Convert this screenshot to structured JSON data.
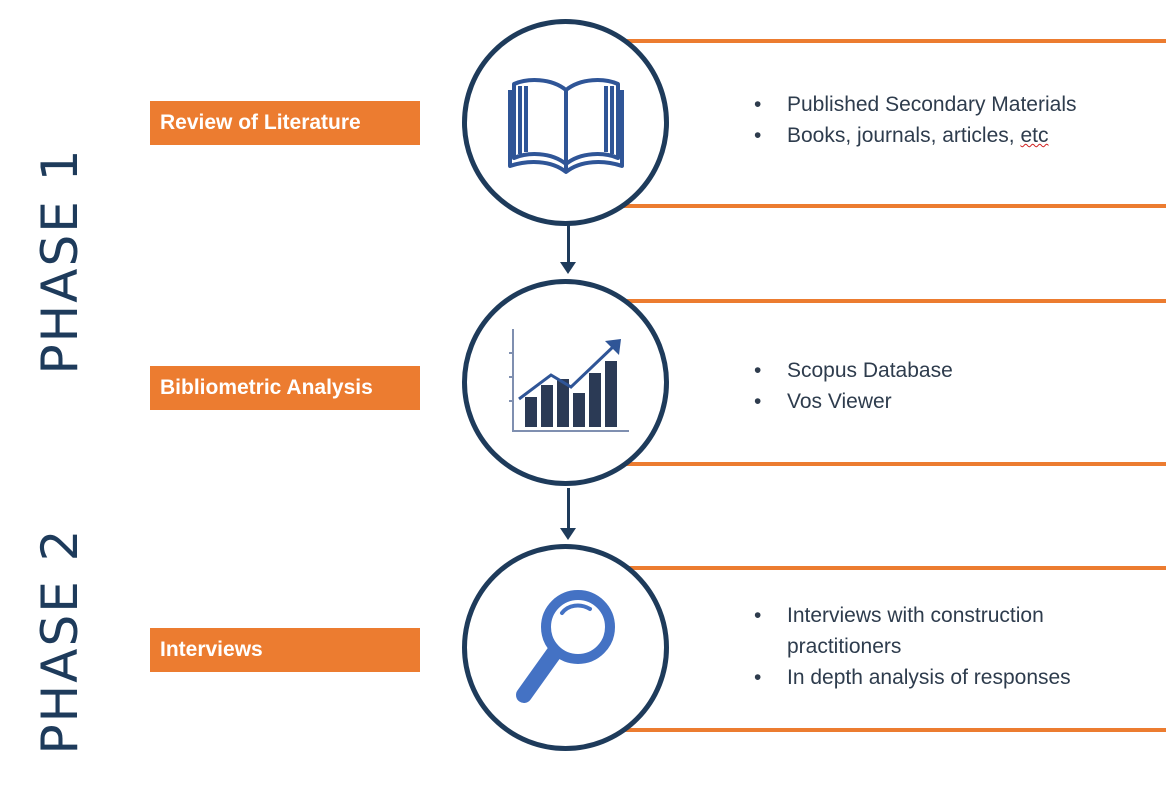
{
  "phases": {
    "phase1": "PHASE 1",
    "phase2": "PHASE 2"
  },
  "steps": [
    {
      "label": "Review of Literature",
      "icon": "open-book-icon",
      "bullets": [
        "Published Secondary Materials",
        "Books, journals, articles, "
      ],
      "squiggle_word": "etc"
    },
    {
      "label": "Bibliometric Analysis",
      "icon": "bar-chart-trend-icon",
      "bullets": [
        "Scopus Database",
        "Vos Viewer"
      ]
    },
    {
      "label": "Interviews",
      "icon": "magnifying-glass-icon",
      "bullets": [
        "Interviews with construction practitioners",
        "In depth analysis of responses"
      ]
    }
  ],
  "colors": {
    "orange": "#ec7c30",
    "navy": "#1e3b5b",
    "icon_blue": "#2f5597",
    "text": "#2e3c4d"
  }
}
